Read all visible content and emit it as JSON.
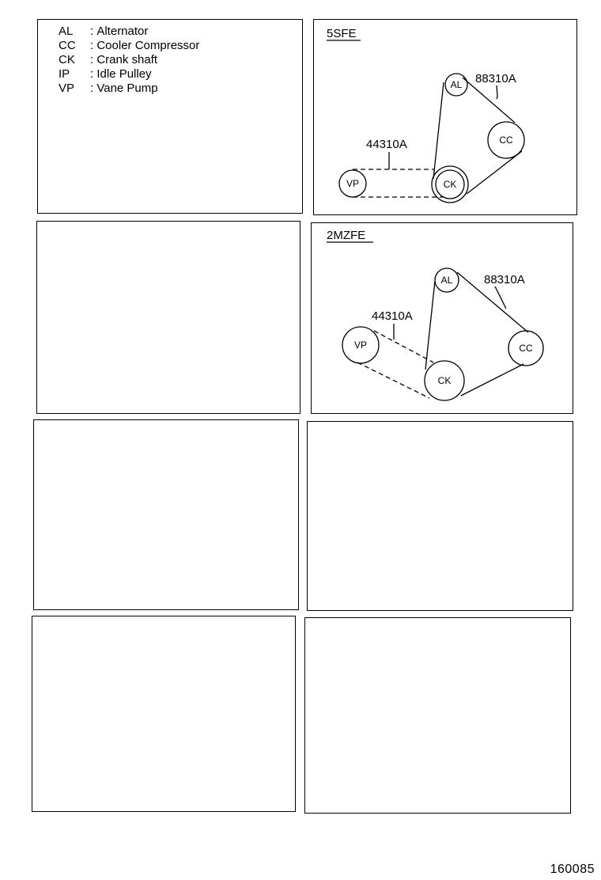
{
  "legend": {
    "items": [
      {
        "code": "AL",
        "sep": ":",
        "desc": "Alternator"
      },
      {
        "code": "CC",
        "sep": ":",
        "desc": "Cooler Compressor"
      },
      {
        "code": "CK",
        "sep": ":",
        "desc": "Crank shaft"
      },
      {
        "code": "IP",
        "sep": ":",
        "desc": "Idle Pulley"
      },
      {
        "code": "VP",
        "sep": ":",
        "desc": "Vane Pump"
      }
    ]
  },
  "diagrams": [
    {
      "engine": "5SFE",
      "pulleys": {
        "al": "AL",
        "cc": "CC",
        "ck": "CK",
        "vp": "VP"
      },
      "belts": {
        "main": "88310A",
        "aux": "44310A"
      }
    },
    {
      "engine": "2MZFE",
      "pulleys": {
        "al": "AL",
        "cc": "CC",
        "ck": "CK",
        "vp": "VP"
      },
      "belts": {
        "main": "88310A",
        "aux": "44310A"
      }
    }
  ],
  "figure_number": "160085"
}
